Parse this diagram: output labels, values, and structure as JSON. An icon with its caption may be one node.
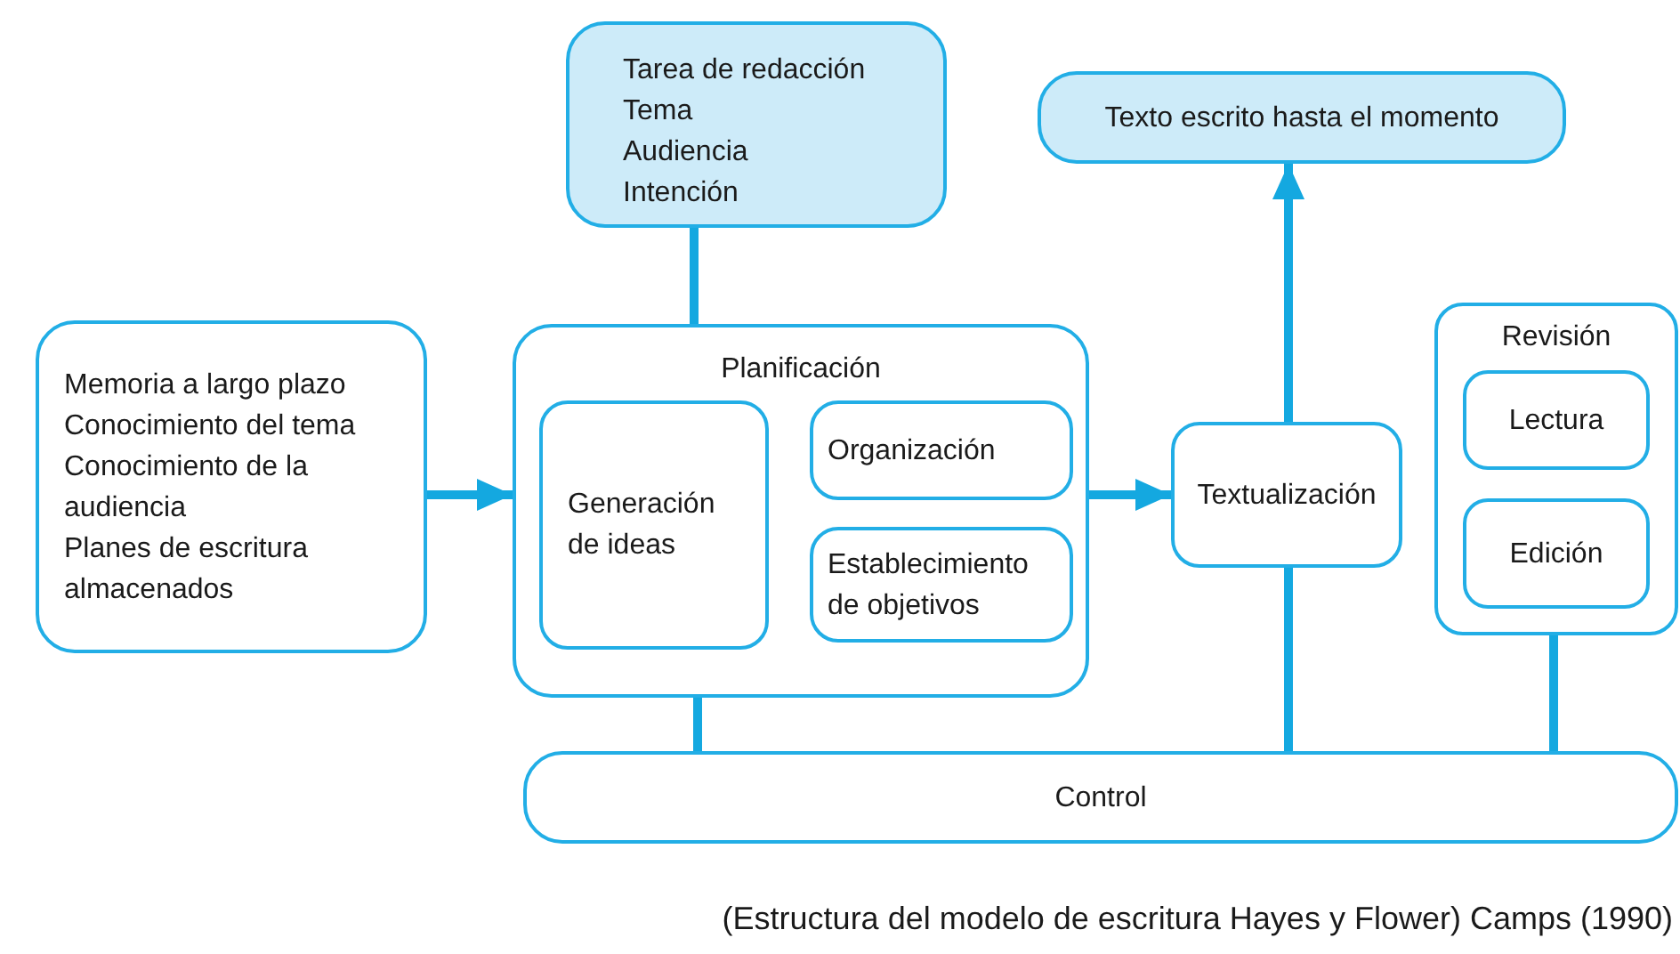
{
  "diagram": {
    "caption": "(Estructura del modelo de escritura Hayes y Flower) Camps (1990)",
    "nodes": [
      {
        "text": [
          "Tarea de redacción",
          "Tema",
          "Audiencia",
          "Intención"
        ]
      },
      {
        "text": [
          "Texto escrito hasta el momento"
        ]
      },
      {
        "text": [
          "Memoria a largo plazo",
          "Conocimiento del tema",
          "Conocimiento de la audiencia",
          "Planes de escritura almacenados"
        ]
      },
      {
        "text": [
          "Planificación"
        ]
      },
      {
        "text": [
          "Generación de ideas"
        ],
        "in": 3
      },
      {
        "text": [
          "Organización"
        ],
        "in": 3
      },
      {
        "text": [
          "Establecimiento de objetivos"
        ],
        "in": 3
      },
      {
        "text": [
          "Textualización"
        ]
      },
      {
        "text": [
          "Revisión"
        ]
      },
      {
        "text": [
          "Lectura"
        ],
        "in": 8
      },
      {
        "text": [
          "Edición"
        ],
        "in": 8
      },
      {
        "text": [
          "Control"
        ]
      }
    ],
    "edges": [
      {
        "from": 0,
        "to": 3,
        "arrow": "none"
      },
      {
        "from": 2,
        "to": 3,
        "arrow": "to"
      },
      {
        "from": 3,
        "to": 7,
        "arrow": "to"
      },
      {
        "from": 7,
        "to": 1,
        "arrow": "to"
      },
      {
        "from": 3,
        "to": 11,
        "arrow": "none"
      },
      {
        "from": 7,
        "to": 11,
        "arrow": "none"
      },
      {
        "from": 8,
        "to": 11,
        "arrow": "none"
      }
    ]
  }
}
